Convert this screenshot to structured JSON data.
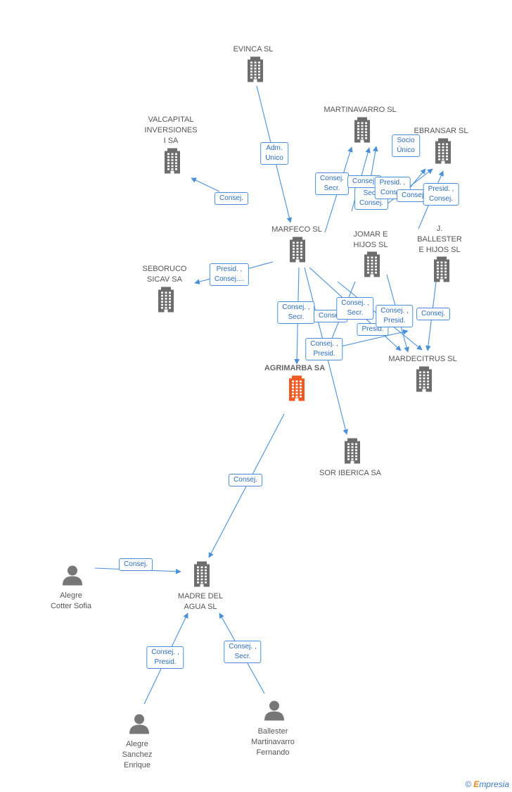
{
  "colors": {
    "edge": "#4a90d9",
    "company": "#6d6d6d",
    "focus": "#f05a22",
    "person": "#777777"
  },
  "companies": [
    {
      "id": "evinca",
      "label": "EVINCA SL",
      "icon": "building-icon"
    },
    {
      "id": "valcapital",
      "label": "VALCAPITAL\nINVERSIONES\nI SA",
      "icon": "building-icon"
    },
    {
      "id": "martinavarro",
      "label": "MARTINAVARRO SL",
      "icon": "building-icon"
    },
    {
      "id": "ebransar",
      "label": "EBRANSAR  SL",
      "icon": "building-icon"
    },
    {
      "id": "marfeco",
      "label": "MARFECO SL",
      "icon": "building-icon"
    },
    {
      "id": "jomar",
      "label": "JOMAR E\nHIJOS SL",
      "icon": "building-icon"
    },
    {
      "id": "ballester",
      "label": "J.\nBALLESTER\nE HIJOS  SL",
      "icon": "building-icon"
    },
    {
      "id": "seboruco",
      "label": "SEBORUCO\nSICAV SA",
      "icon": "building-icon"
    },
    {
      "id": "agrimarba",
      "label": "AGRIMARBA SA",
      "icon": "building-icon",
      "focus": true
    },
    {
      "id": "mardecitrus",
      "label": "MARDECITRUS SL",
      "icon": "building-icon"
    },
    {
      "id": "soriberica",
      "label": "SOR IBERICA SA",
      "icon": "building-icon"
    },
    {
      "id": "madre",
      "label": "MADRE DEL\nAGUA SL",
      "icon": "building-icon"
    }
  ],
  "people": [
    {
      "id": "sofia",
      "label": "Alegre\nCotter Sofia",
      "icon": "person-icon"
    },
    {
      "id": "enrique",
      "label": "Alegre\nSanchez\nEnrique",
      "icon": "person-icon"
    },
    {
      "id": "fernando",
      "label": "Ballester\nMartinavarro\nFernando",
      "icon": "person-icon"
    }
  ],
  "edge_labels": [
    {
      "id": "e1",
      "text": "Adm.\nUnico"
    },
    {
      "id": "e2",
      "text": "Consej."
    },
    {
      "id": "e3",
      "text": "Presid. ,\nConsej...."
    },
    {
      "id": "e4",
      "text": "Consej.\nSecr."
    },
    {
      "id": "e5",
      "text": "Consej."
    },
    {
      "id": "e6",
      "text": "Secr.\nConsej."
    },
    {
      "id": "e7",
      "text": "Socio\nÚnico"
    },
    {
      "id": "e8",
      "text": "Presid. ,\nConsej."
    },
    {
      "id": "e9",
      "text": "Consej."
    },
    {
      "id": "e10",
      "text": "Presid. ,\nConsej."
    },
    {
      "id": "e11",
      "text": "Consej. ,\nSecr."
    },
    {
      "id": "e12",
      "text": "Consej."
    },
    {
      "id": "e13",
      "text": "Consej. ,\nSecr."
    },
    {
      "id": "e14",
      "text": "Presid."
    },
    {
      "id": "e15",
      "text": "Consej. ,\nPresid."
    },
    {
      "id": "e16",
      "text": "Consej."
    },
    {
      "id": "e17",
      "text": "Consej. ,\nPresid."
    },
    {
      "id": "e18",
      "text": "Consej."
    },
    {
      "id": "e19",
      "text": "Consej."
    },
    {
      "id": "e20",
      "text": "Consej. ,\nPresid."
    },
    {
      "id": "e21",
      "text": "Consej. ,\nSecr."
    }
  ],
  "brand": {
    "copyright": "©",
    "first": "E",
    "rest": "mpresia"
  }
}
